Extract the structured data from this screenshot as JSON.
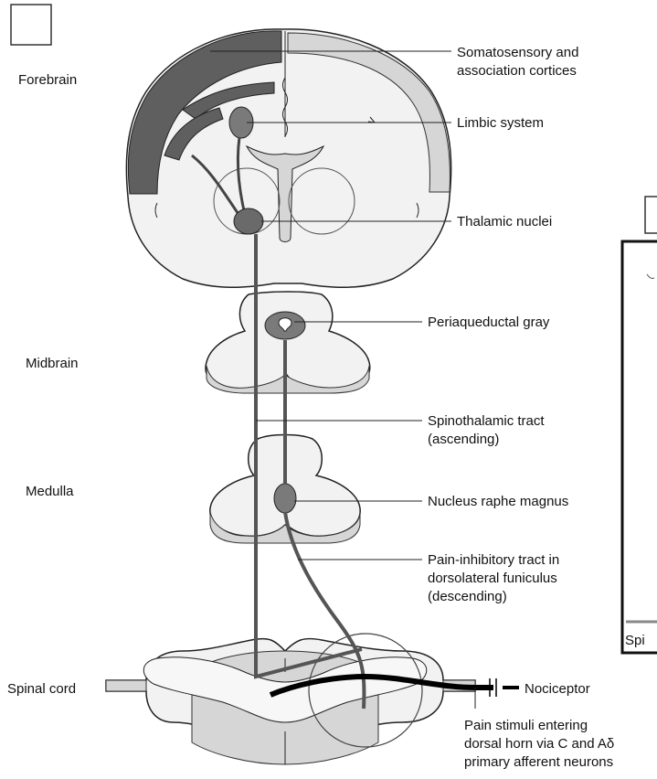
{
  "levels": {
    "forebrain": "Forebrain",
    "midbrain": "Midbrain",
    "medulla": "Medulla",
    "spinal_cord": "Spinal cord"
  },
  "callouts": {
    "cortex_line1": "Somatosensory and",
    "cortex_line2": "association cortices",
    "limbic": "Limbic system",
    "thalamic": "Thalamic nuclei",
    "pag": "Periaqueductal gray",
    "spinothalamic_line1": "Spinothalamic tract",
    "spinothalamic_line2": "(ascending)",
    "raphe": "Nucleus raphe magnus",
    "inhibitory_line1": "Pain-inhibitory tract in",
    "inhibitory_line2": "dorsolateral funiculus",
    "inhibitory_line3": "(descending)",
    "nociceptor": "Nociceptor",
    "stimuli_line1": "Pain stimuli entering",
    "stimuli_line2": "dorsal horn via C and Aδ",
    "stimuli_line3": "primary afferent neurons"
  },
  "inset": {
    "partial_label": "Spi"
  }
}
